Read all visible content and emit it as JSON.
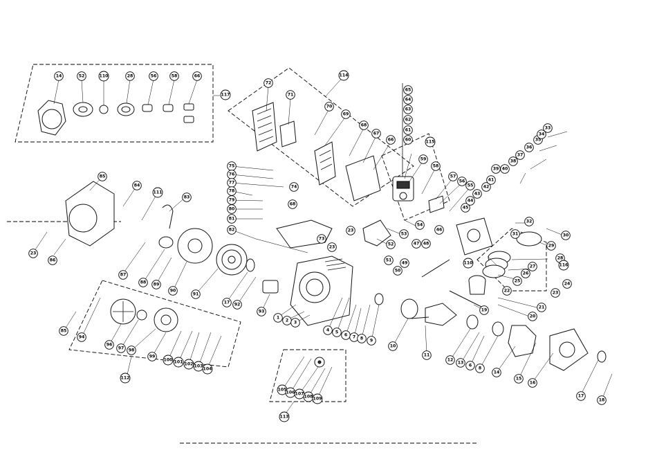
{
  "callouts": [
    {
      "id": "c117",
      "label": "117"
    },
    {
      "id": "c14a",
      "label": "14"
    },
    {
      "id": "c52a",
      "label": "52"
    },
    {
      "id": "c110",
      "label": "110"
    },
    {
      "id": "c28a",
      "label": "28"
    },
    {
      "id": "c56a",
      "label": "56"
    },
    {
      "id": "c58a",
      "label": "58"
    },
    {
      "id": "c66a",
      "label": "66"
    },
    {
      "id": "c114",
      "label": "114"
    },
    {
      "id": "c72",
      "label": "72"
    },
    {
      "id": "c71",
      "label": "71"
    },
    {
      "id": "c70",
      "label": "70"
    },
    {
      "id": "c69",
      "label": "69"
    },
    {
      "id": "c68a",
      "label": "68"
    },
    {
      "id": "c67",
      "label": "67"
    },
    {
      "id": "c66b",
      "label": "66"
    },
    {
      "id": "c65",
      "label": "65"
    },
    {
      "id": "c64",
      "label": "64"
    },
    {
      "id": "c63",
      "label": "63"
    },
    {
      "id": "c62",
      "label": "62"
    },
    {
      "id": "c61",
      "label": "61"
    },
    {
      "id": "c60",
      "label": "60"
    },
    {
      "id": "c59",
      "label": "59"
    },
    {
      "id": "c58b",
      "label": "58"
    },
    {
      "id": "c115",
      "label": "115"
    },
    {
      "id": "c57",
      "label": "57"
    },
    {
      "id": "c56b",
      "label": "56"
    },
    {
      "id": "c55",
      "label": "55"
    },
    {
      "id": "c54",
      "label": "54"
    },
    {
      "id": "c53",
      "label": "53"
    },
    {
      "id": "c52b",
      "label": "52"
    },
    {
      "id": "c51",
      "label": "51"
    },
    {
      "id": "c50",
      "label": "50"
    },
    {
      "id": "c49",
      "label": "49"
    },
    {
      "id": "c48",
      "label": "48"
    },
    {
      "id": "c47",
      "label": "47"
    },
    {
      "id": "c46",
      "label": "46"
    },
    {
      "id": "c45",
      "label": "45"
    },
    {
      "id": "c44",
      "label": "44"
    },
    {
      "id": "c43",
      "label": "43"
    },
    {
      "id": "c42",
      "label": "42"
    },
    {
      "id": "c41",
      "label": "41"
    },
    {
      "id": "c40",
      "label": "40"
    },
    {
      "id": "c39",
      "label": "39"
    },
    {
      "id": "c38",
      "label": "38"
    },
    {
      "id": "c37",
      "label": "37"
    },
    {
      "id": "c36",
      "label": "36"
    },
    {
      "id": "c35",
      "label": "35"
    },
    {
      "id": "c34",
      "label": "34"
    },
    {
      "id": "c33",
      "label": "33"
    },
    {
      "id": "c32",
      "label": "32"
    },
    {
      "id": "c31",
      "label": "31"
    },
    {
      "id": "c30",
      "label": "30"
    },
    {
      "id": "c29",
      "label": "29"
    },
    {
      "id": "c28b",
      "label": "28"
    },
    {
      "id": "c27",
      "label": "27"
    },
    {
      "id": "c26",
      "label": "26"
    },
    {
      "id": "c116",
      "label": "116"
    },
    {
      "id": "c25",
      "label": "25"
    },
    {
      "id": "c24",
      "label": "24"
    },
    {
      "id": "c23a",
      "label": "23"
    },
    {
      "id": "c22",
      "label": "22"
    },
    {
      "id": "c21",
      "label": "21"
    },
    {
      "id": "c20",
      "label": "20"
    },
    {
      "id": "c19",
      "label": "19"
    },
    {
      "id": "c110b",
      "label": "110"
    },
    {
      "id": "c75",
      "label": "75"
    },
    {
      "id": "c76",
      "label": "76"
    },
    {
      "id": "c77",
      "label": "77"
    },
    {
      "id": "c78",
      "label": "78"
    },
    {
      "id": "c79",
      "label": "79"
    },
    {
      "id": "c80",
      "label": "80"
    },
    {
      "id": "c81",
      "label": "81"
    },
    {
      "id": "c82",
      "label": "82"
    },
    {
      "id": "c74",
      "label": "74"
    },
    {
      "id": "c68b",
      "label": "68"
    },
    {
      "id": "c73",
      "label": "73"
    },
    {
      "id": "c23b",
      "label": "23"
    },
    {
      "id": "c23c",
      "label": "23"
    },
    {
      "id": "c85a",
      "label": "85"
    },
    {
      "id": "c84",
      "label": "84"
    },
    {
      "id": "c111",
      "label": "111"
    },
    {
      "id": "c83",
      "label": "83"
    },
    {
      "id": "c86",
      "label": "86"
    },
    {
      "id": "c23d",
      "label": "23"
    },
    {
      "id": "c87",
      "label": "87"
    },
    {
      "id": "c88",
      "label": "88"
    },
    {
      "id": "c89",
      "label": "89"
    },
    {
      "id": "c90",
      "label": "90"
    },
    {
      "id": "c91",
      "label": "91"
    },
    {
      "id": "c17a",
      "label": "17"
    },
    {
      "id": "c92",
      "label": "92"
    },
    {
      "id": "c93",
      "label": "93"
    },
    {
      "id": "c1",
      "label": "1"
    },
    {
      "id": "c2",
      "label": "2"
    },
    {
      "id": "c3",
      "label": "3"
    },
    {
      "id": "c4",
      "label": "4"
    },
    {
      "id": "c5",
      "label": "5"
    },
    {
      "id": "c6a",
      "label": "6"
    },
    {
      "id": "c7",
      "label": "7"
    },
    {
      "id": "c8a",
      "label": "8"
    },
    {
      "id": "c9",
      "label": "9"
    },
    {
      "id": "c10",
      "label": "10"
    },
    {
      "id": "c11",
      "label": "11"
    },
    {
      "id": "c12",
      "label": "12"
    },
    {
      "id": "c13",
      "label": "13"
    },
    {
      "id": "c6b",
      "label": "6"
    },
    {
      "id": "c8b",
      "label": "8"
    },
    {
      "id": "c14b",
      "label": "14"
    },
    {
      "id": "c15",
      "label": "15"
    },
    {
      "id": "c16",
      "label": "16"
    },
    {
      "id": "c17b",
      "label": "17"
    },
    {
      "id": "c18",
      "label": "18"
    },
    {
      "id": "c85b",
      "label": "85"
    },
    {
      "id": "c94",
      "label": "94"
    },
    {
      "id": "c96",
      "label": "96"
    },
    {
      "id": "c97",
      "label": "97"
    },
    {
      "id": "c98",
      "label": "98"
    },
    {
      "id": "c99",
      "label": "99"
    },
    {
      "id": "c100",
      "label": "100"
    },
    {
      "id": "c101",
      "label": "101"
    },
    {
      "id": "c102",
      "label": "102"
    },
    {
      "id": "c103",
      "label": "103"
    },
    {
      "id": "c104",
      "label": "104"
    },
    {
      "id": "c112",
      "label": "112"
    },
    {
      "id": "c105",
      "label": "105"
    },
    {
      "id": "c106",
      "label": "106"
    },
    {
      "id": "c107",
      "label": "107"
    },
    {
      "id": "c108",
      "label": "108"
    },
    {
      "id": "c109",
      "label": "109"
    },
    {
      "id": "c113",
      "label": "113"
    }
  ]
}
